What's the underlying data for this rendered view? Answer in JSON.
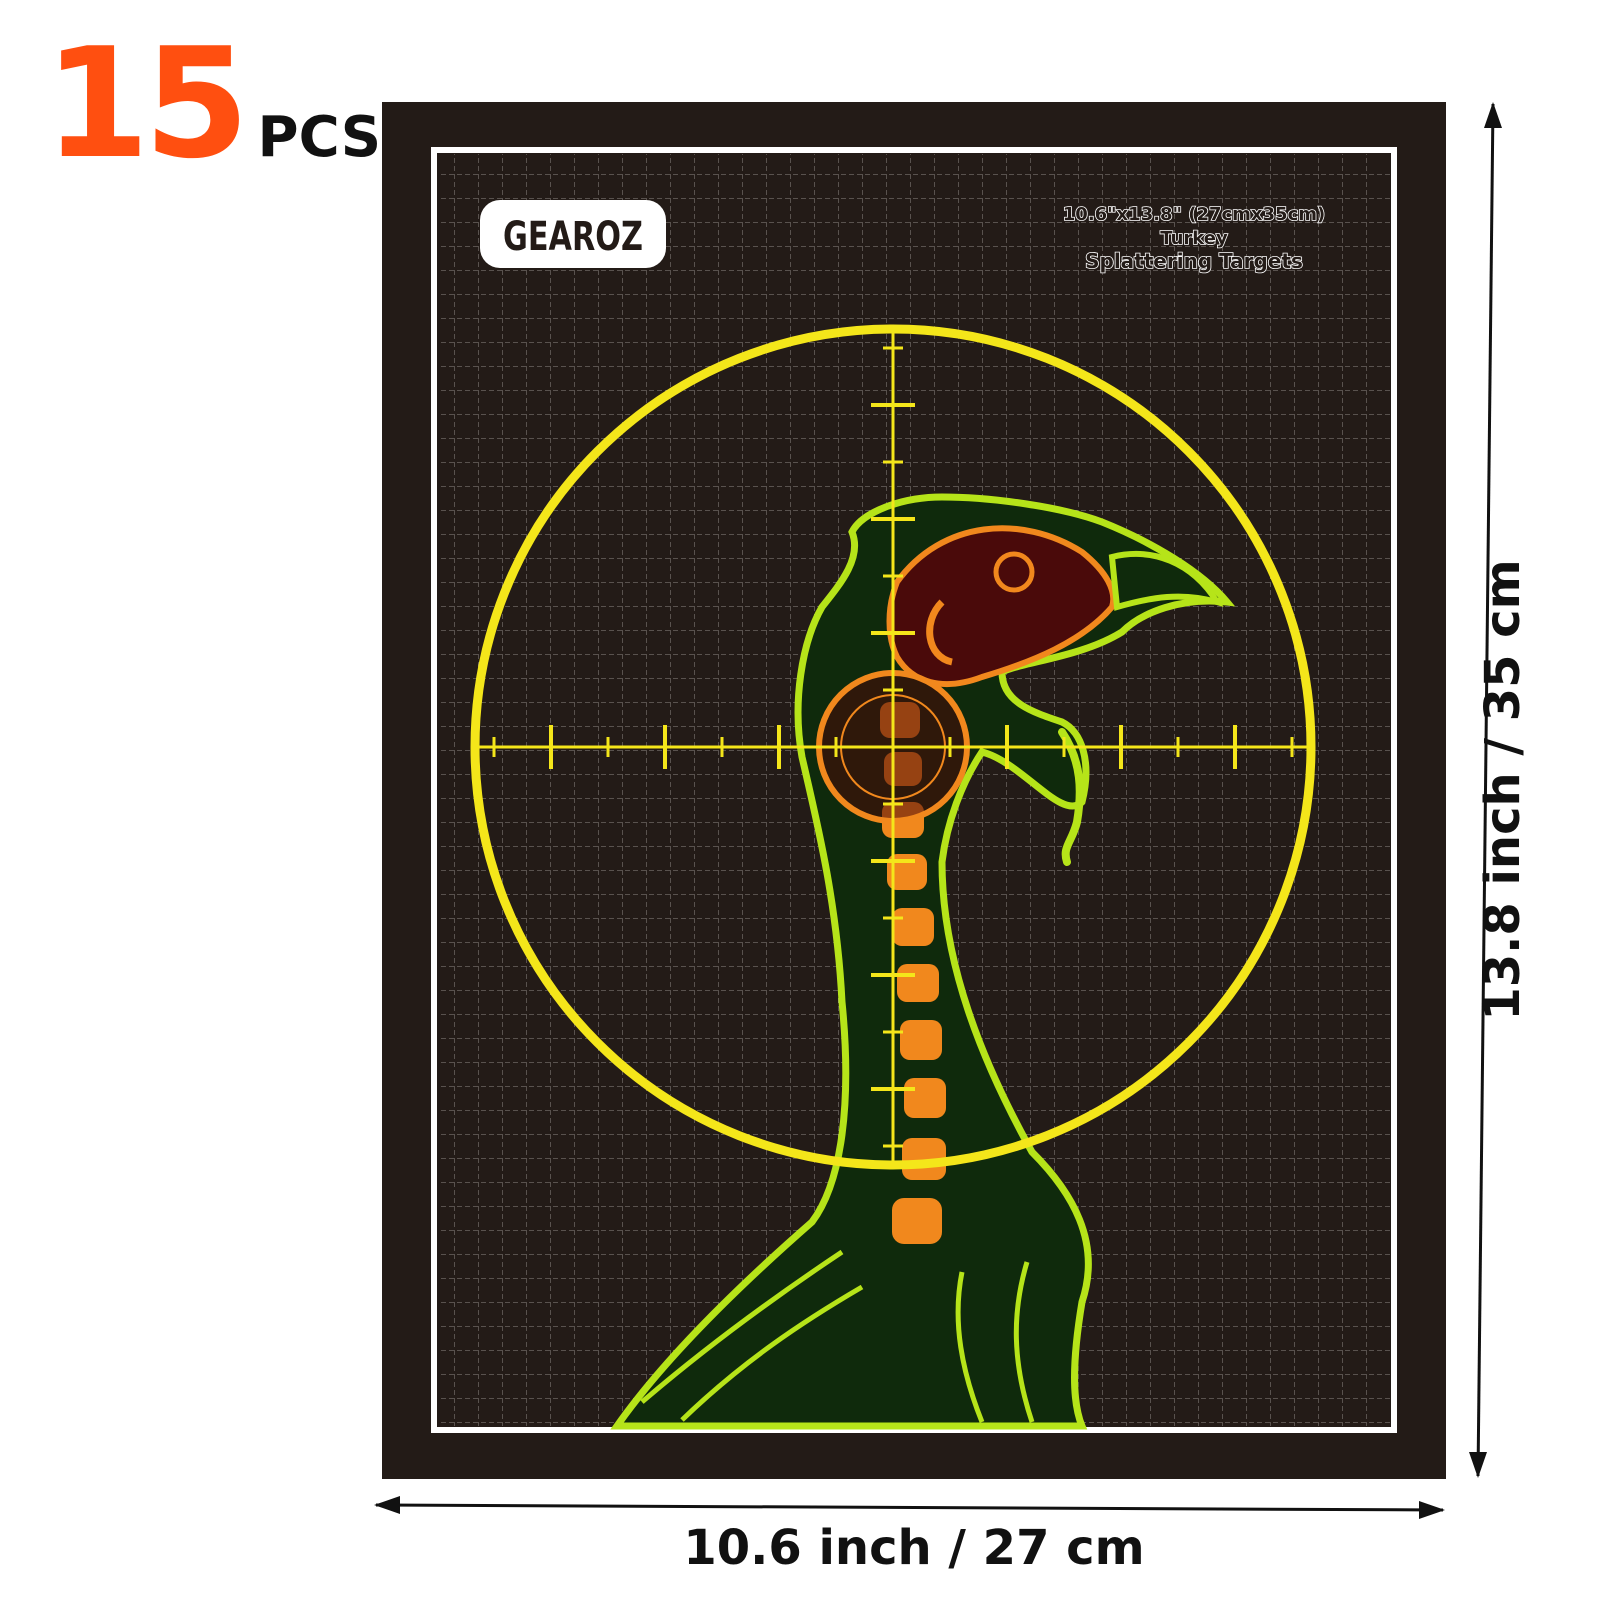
{
  "quantity": {
    "number": "15",
    "unit": "PCS"
  },
  "target": {
    "brand": "GEAROZ",
    "size_text": "10.6\"x13.8\" (27cmx35cm)",
    "type_text": "Turkey",
    "product_text": "Splattering Targets"
  },
  "dimensions": {
    "width_label": "10.6 inch / 27 cm",
    "height_label": "13.8 inch / 35 cm"
  },
  "colors": {
    "accent_orange": "#ff4f10",
    "sheet_black": "#231b17",
    "grid": "#8f8a86",
    "reticle_yellow": "#f4e61a",
    "outline_green": "#b6e419",
    "body_dark_green": "#0f2a0c",
    "bone_orange": "#f1881d",
    "head_maroon": "#4a0a0a"
  }
}
